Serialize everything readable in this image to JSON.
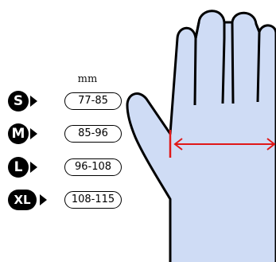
{
  "unit": "mm",
  "sizes": [
    {
      "label": "S",
      "range": "77-85"
    },
    {
      "label": "M",
      "range": "85-96"
    },
    {
      "label": "L",
      "range": "96-108"
    },
    {
      "label": "XL",
      "range": "108-115"
    }
  ],
  "colors": {
    "glove_fill": "#cfdcf5",
    "outline": "#000000",
    "measure_line": "#e01818",
    "badge": "#000000"
  },
  "icons": [
    "right-arrow-icon",
    "measure-arrow-icon"
  ]
}
